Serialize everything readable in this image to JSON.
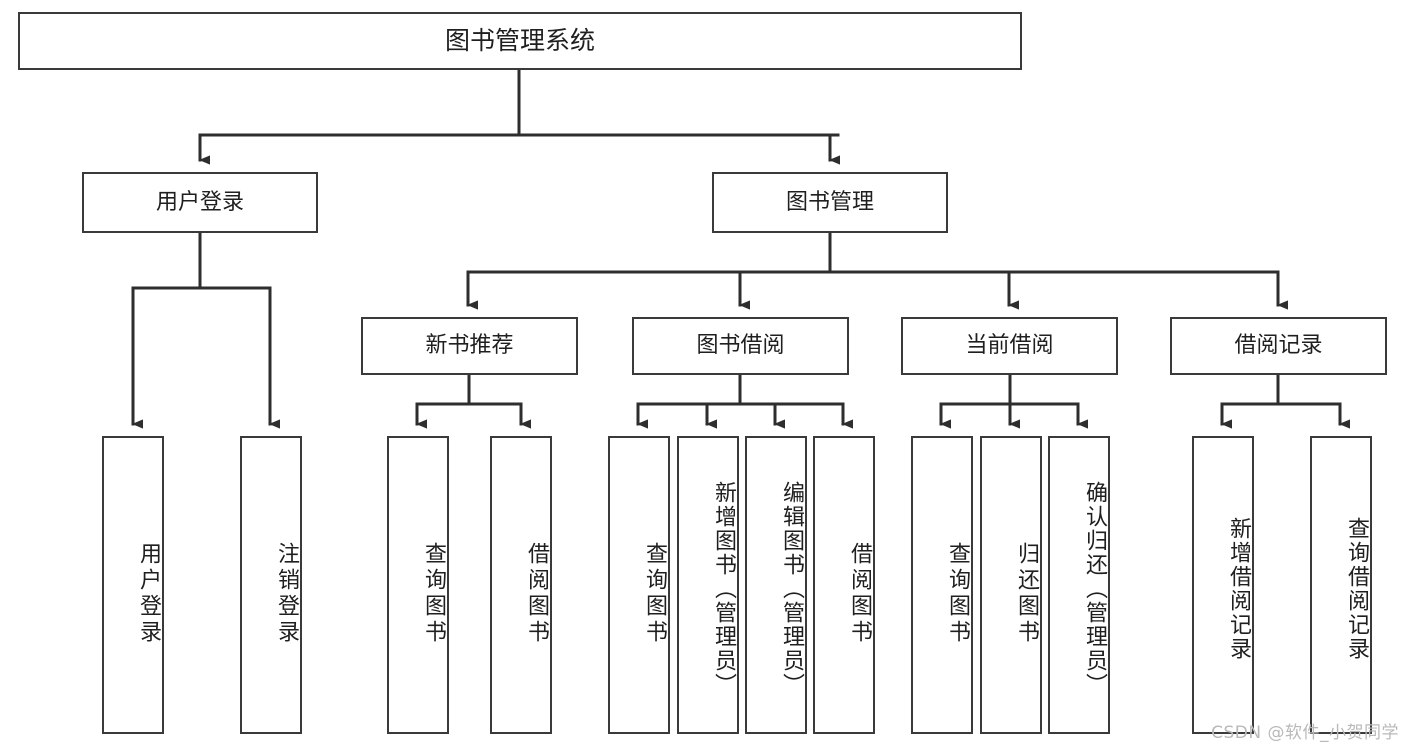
{
  "diagram": {
    "type": "tree-hierarchy",
    "title": "图书管理系统",
    "root": {
      "label": "图书管理系统"
    },
    "level2": [
      {
        "id": "user-login",
        "label": "用户登录"
      },
      {
        "id": "book-management",
        "label": "图书管理"
      }
    ],
    "level3": [
      {
        "id": "new-book-recommend",
        "label": "新书推荐",
        "parent": "book-management"
      },
      {
        "id": "book-borrow",
        "label": "图书借阅",
        "parent": "book-management"
      },
      {
        "id": "current-borrow",
        "label": "当前借阅",
        "parent": "book-management"
      },
      {
        "id": "borrow-record",
        "label": "借阅记录",
        "parent": "book-management"
      }
    ],
    "leaves": [
      {
        "id": "leaf-user-login",
        "label": "用户登录",
        "parent": "user-login"
      },
      {
        "id": "leaf-user-logout",
        "label": "注销登录",
        "parent": "user-login"
      },
      {
        "id": "leaf-query-book-1",
        "label": "查询图书",
        "parent": "new-book-recommend"
      },
      {
        "id": "leaf-borrow-book-1",
        "label": "借阅图书",
        "parent": "new-book-recommend"
      },
      {
        "id": "leaf-query-book-2",
        "label": "查询图书",
        "parent": "book-borrow"
      },
      {
        "id": "leaf-add-book",
        "label": "新增图书（管理员）",
        "parent": "book-borrow"
      },
      {
        "id": "leaf-edit-book",
        "label": "编辑图书（管理员）",
        "parent": "book-borrow"
      },
      {
        "id": "leaf-borrow-book-2",
        "label": "借阅图书",
        "parent": "book-borrow"
      },
      {
        "id": "leaf-query-book-3",
        "label": "查询图书",
        "parent": "current-borrow"
      },
      {
        "id": "leaf-return-book",
        "label": "归还图书",
        "parent": "current-borrow"
      },
      {
        "id": "leaf-confirm-return",
        "label": "确认归还（管理员）",
        "parent": "current-borrow"
      },
      {
        "id": "leaf-add-record",
        "label": "新增借阅记录",
        "parent": "borrow-record"
      },
      {
        "id": "leaf-query-record",
        "label": "查询借阅记录",
        "parent": "borrow-record"
      }
    ],
    "colors": {
      "border": "#3a3a3a",
      "background": "#ffffff",
      "text": "#1f1f1f",
      "connector": "#2e2e2e",
      "watermark": "#b9b9b9"
    }
  },
  "watermark": {
    "text": "CSDN @软件_小贺同学"
  }
}
